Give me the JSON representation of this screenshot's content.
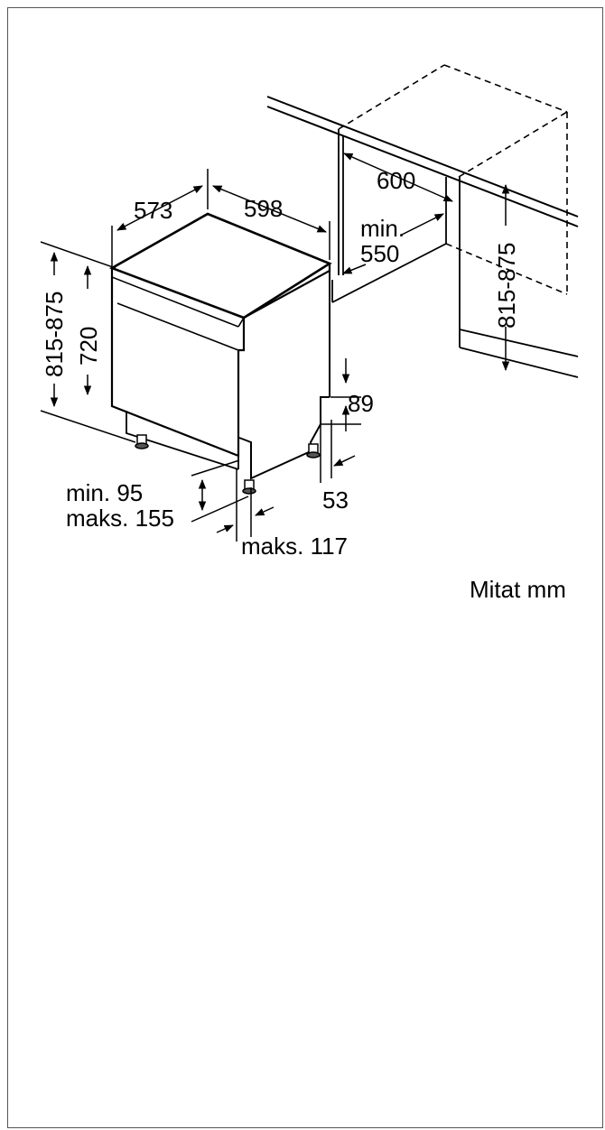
{
  "diagram": {
    "dimensions": {
      "depth": "573",
      "width": "598",
      "niche_width": "600",
      "niche_min_depth_line1": "min.",
      "niche_min_depth_line2": "550",
      "niche_height": "815-875",
      "total_height": "815-875",
      "body_height": "720",
      "plinth_recess": "89",
      "foot_offset": "53",
      "plinth_min": "min. 95",
      "plinth_max": "maks. 155",
      "door_overhang": "maks. 117"
    },
    "units_note": "Mitat mm"
  },
  "colors": {
    "line": "#000000",
    "frame": "#555555"
  }
}
